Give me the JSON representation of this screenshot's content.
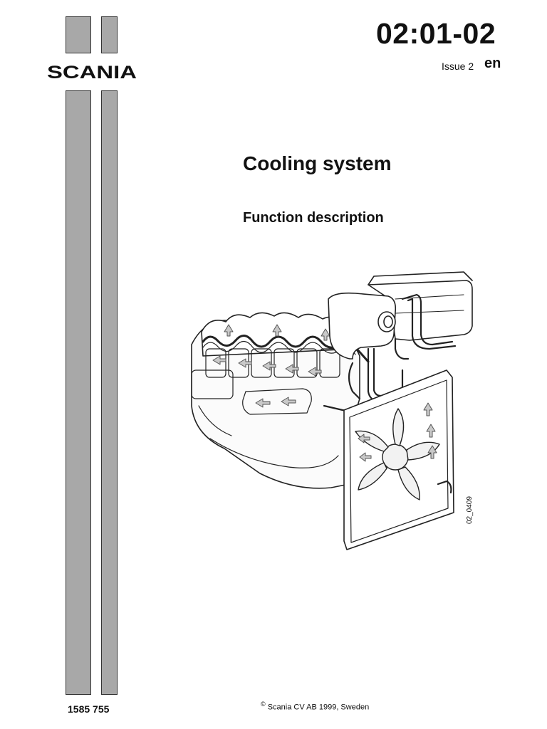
{
  "header": {
    "doc_number": "02:01-02",
    "issue": "Issue 2",
    "language": "en",
    "brand": "SCANIA"
  },
  "main": {
    "title": "Cooling system",
    "subtitle": "Function description"
  },
  "figure": {
    "code": "02_0409",
    "icon": "engine-cooling-system-illustration"
  },
  "footer": {
    "part_number": "1585 755",
    "copyright_symbol": "©",
    "copyright": "Scania CV AB 1999, Sweden"
  }
}
